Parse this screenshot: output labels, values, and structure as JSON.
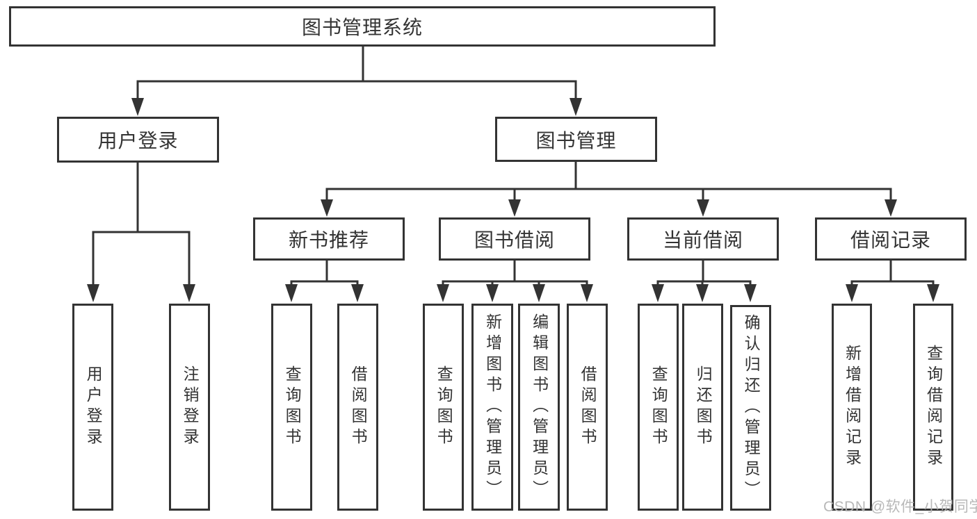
{
  "nodes": {
    "root": {
      "label": "图书管理系统"
    },
    "level1": [
      {
        "label": "用户登录"
      },
      {
        "label": "图书管理"
      }
    ],
    "level2": [
      {
        "label": "新书推荐"
      },
      {
        "label": "图书借阅"
      },
      {
        "label": "当前借阅"
      },
      {
        "label": "借阅记录"
      }
    ],
    "leaves": {
      "user_login": [
        {
          "label": "用户登录"
        },
        {
          "label": "注销登录"
        }
      ],
      "new_book_recommend": [
        {
          "label": "查询图书"
        },
        {
          "label": "借阅图书"
        }
      ],
      "book_borrow": [
        {
          "label": "查询图书"
        },
        {
          "label": "新增图书（管理员）"
        },
        {
          "label": "编辑图书（管理员）"
        },
        {
          "label": "借阅图书"
        }
      ],
      "current_borrow": [
        {
          "label": "查询图书"
        },
        {
          "label": "归还图书"
        },
        {
          "label": "确认归还（管理员）"
        }
      ],
      "borrow_records": [
        {
          "label": "新增借阅记录"
        },
        {
          "label": "查询借阅记录"
        }
      ]
    }
  },
  "watermark": {
    "text": "CSDN @软件_小贺同学"
  },
  "colors": {
    "line": "#333333",
    "box_border": "#333333",
    "text": "#333333",
    "watermark": "#b5b5b5",
    "background": "#ffffff"
  }
}
